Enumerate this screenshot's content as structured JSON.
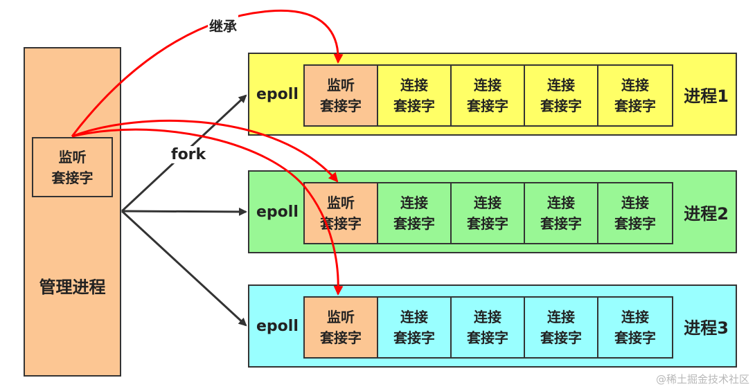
{
  "manager": {
    "label": "管理进程",
    "socket_line1": "监听",
    "socket_line2": "套接字"
  },
  "labels": {
    "fork": "fork",
    "inherit": "继承"
  },
  "processes": [
    {
      "name": "进程1",
      "epoll": "epoll",
      "listen_line1": "监听",
      "listen_line2": "套接字",
      "conns": [
        {
          "line1": "连接",
          "line2": "套接字"
        },
        {
          "line1": "连接",
          "line2": "套接字"
        },
        {
          "line1": "连接",
          "line2": "套接字"
        },
        {
          "line1": "连接",
          "line2": "套接字"
        }
      ]
    },
    {
      "name": "进程2",
      "epoll": "epoll",
      "listen_line1": "监听",
      "listen_line2": "套接字",
      "conns": [
        {
          "line1": "连接",
          "line2": "套接字"
        },
        {
          "line1": "连接",
          "line2": "套接字"
        },
        {
          "line1": "连接",
          "line2": "套接字"
        },
        {
          "line1": "连接",
          "line2": "套接字"
        }
      ]
    },
    {
      "name": "进程3",
      "epoll": "epoll",
      "listen_line1": "监听",
      "listen_line2": "套接字",
      "conns": [
        {
          "line1": "连接",
          "line2": "套接字"
        },
        {
          "line1": "连接",
          "line2": "套接字"
        },
        {
          "line1": "连接",
          "line2": "套接字"
        },
        {
          "line1": "连接",
          "line2": "套接字"
        }
      ]
    }
  ],
  "watermark": "@稀土掘金技术社区",
  "colors": {
    "manager_fill": "#fcc693",
    "process1_fill": "#ffff66",
    "process2_fill": "#99f795",
    "process3_fill": "#99ffff",
    "inherit_arrow": "#ff0000",
    "fork_arrow": "#333333"
  }
}
